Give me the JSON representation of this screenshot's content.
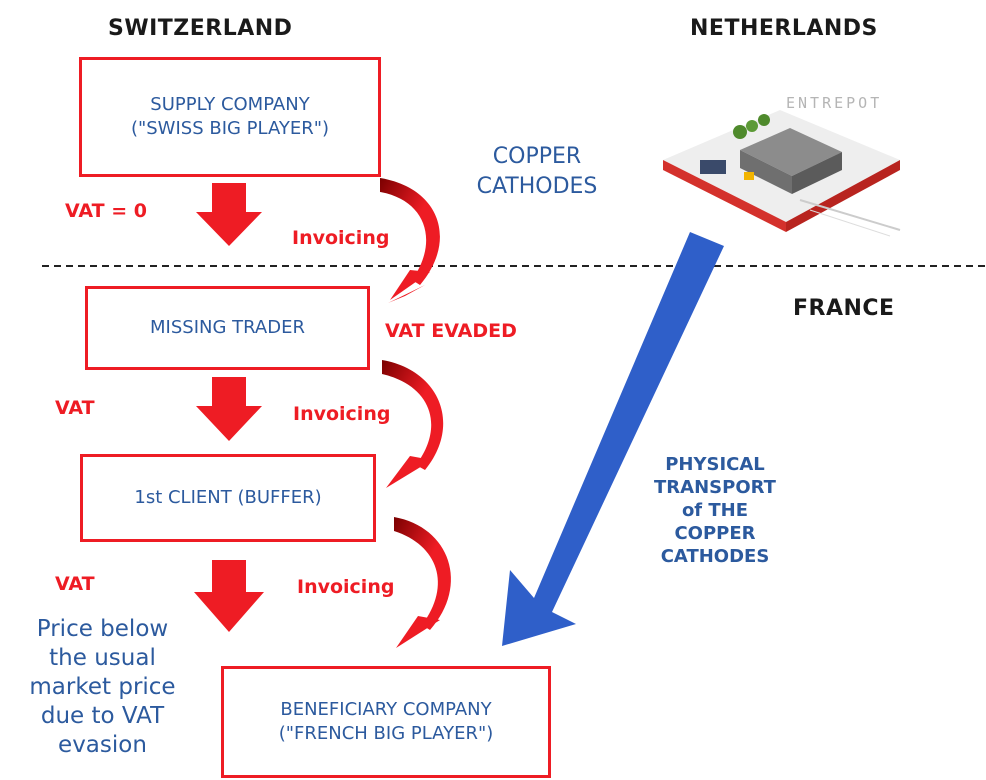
{
  "regions": {
    "switzerland": "SWITZERLAND",
    "netherlands": "NETHERLANDS",
    "france": "FRANCE"
  },
  "boxes": {
    "supply_company": {
      "line1": "SUPPLY COMPANY",
      "line2": "(\"SWISS BIG PLAYER\")"
    },
    "missing_trader": {
      "line1": "MISSING TRADER"
    },
    "first_client": {
      "line1": "1st CLIENT (BUFFER)"
    },
    "beneficiary": {
      "line1": "BENEFICIARY COMPANY",
      "line2": "(\"FRENCH BIG PLAYER\")"
    }
  },
  "vat_labels": {
    "vat_zero": "VAT = 0",
    "vat_1": "VAT",
    "vat_2": "VAT",
    "vat_evaded": "VAT EVADED"
  },
  "invoicing_labels": [
    "Invoicing",
    "Invoicing",
    "Invoicing"
  ],
  "copper": {
    "line1": "COPPER",
    "line2": "CATHODES"
  },
  "transport": {
    "lines": [
      "PHYSICAL",
      "TRANSPORT",
      "of THE",
      "COPPER",
      "CATHODES"
    ]
  },
  "price_note": {
    "lines": [
      "Price below",
      "the usual",
      "market price",
      "due to VAT",
      "evasion"
    ]
  },
  "warehouse": {
    "sign": "ENTREPOT"
  },
  "colors": {
    "red": "#ee1c24",
    "blue": "#2c5a9e",
    "transport_arrow": "#2f5fc9"
  }
}
